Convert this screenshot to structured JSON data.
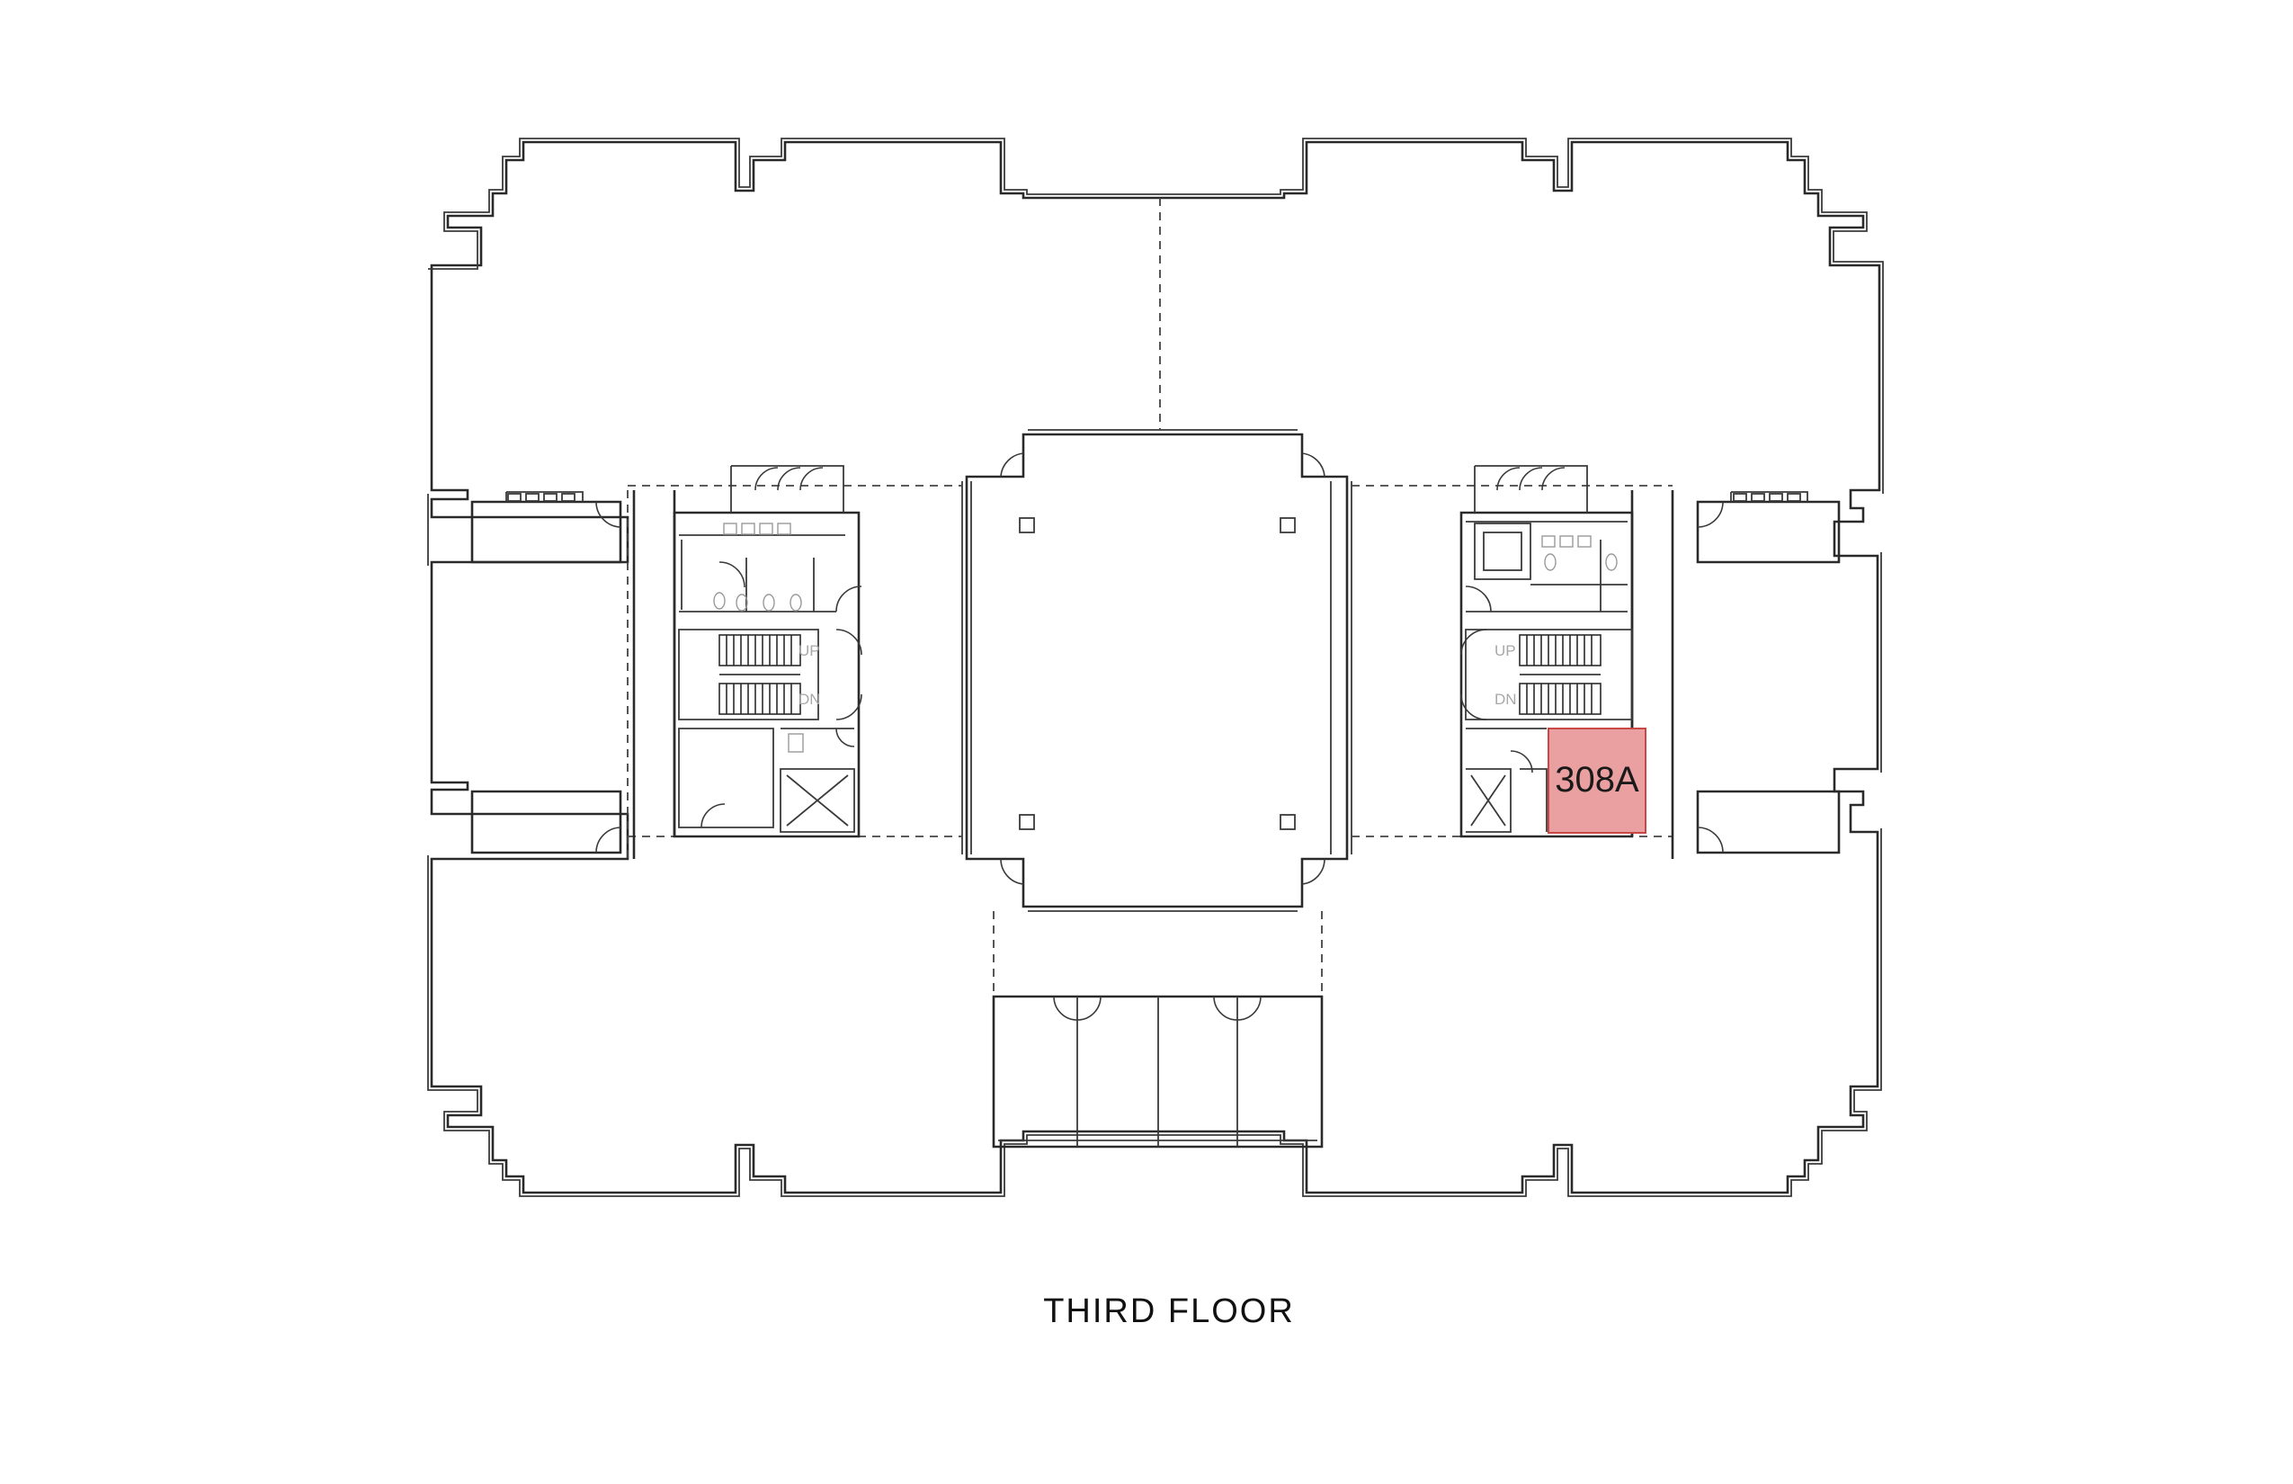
{
  "floor_title": "THIRD FLOOR",
  "highlighted_room": {
    "label": "308A",
    "color": "#eaa0a0",
    "border_color": "#c84848"
  },
  "stair_labels": {
    "up": "UP",
    "down": "DN"
  },
  "colors": {
    "line": "#2a2a2a",
    "background": "#ffffff",
    "fixture": "#9a9a9a"
  }
}
